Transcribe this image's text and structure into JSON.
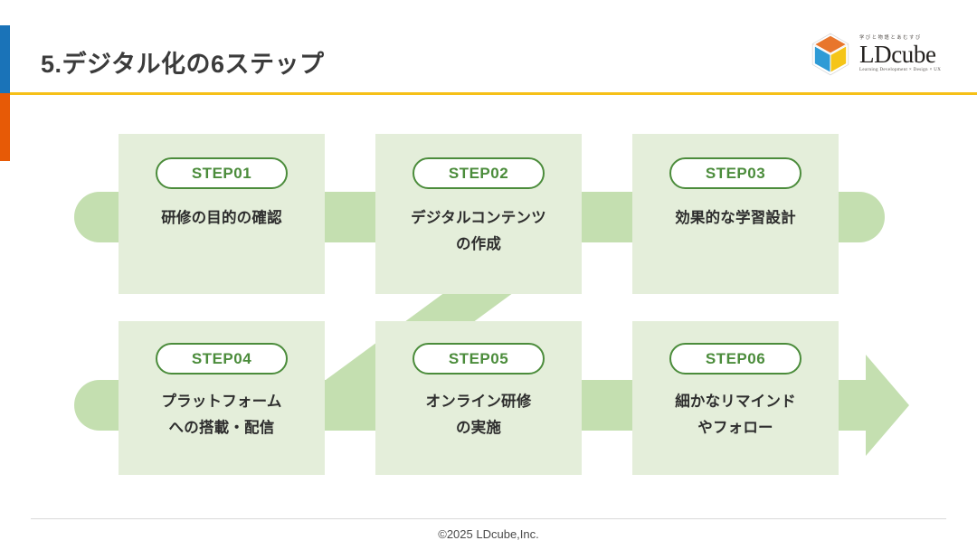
{
  "slide": {
    "title": "5.デジタル化の6ステップ",
    "accent_blue": "#1A73B8",
    "accent_orange": "#E75A06",
    "rule_color": "#F6C017",
    "card_color": "#E4EEDA",
    "band_color": "#C4DFB0",
    "pill_border_color": "#4B8C3B",
    "pill_text_color": "#4B8C3B",
    "body_text_color": "#2D2D2D"
  },
  "logo": {
    "tagline": "学びと物語とあむすび",
    "wordmark": "LDcube",
    "subtitle": "Learning Development × Design × UX",
    "cube_colors": {
      "orange": "#E8762C",
      "blue": "#2E9BD6",
      "yellow": "#F5C518",
      "grey": "#E8E8E8"
    }
  },
  "steps": [
    {
      "id": "step-01",
      "label": "STEP01",
      "lines": [
        "研修の目的の確認"
      ]
    },
    {
      "id": "step-02",
      "label": "STEP02",
      "lines": [
        "デジタルコンテンツ",
        "の作成"
      ]
    },
    {
      "id": "step-03",
      "label": "STEP03",
      "lines": [
        "効果的な学習設計"
      ]
    },
    {
      "id": "step-04",
      "label": "STEP04",
      "lines": [
        "プラットフォーム",
        "への搭載・配信"
      ]
    },
    {
      "id": "step-05",
      "label": "STEP05",
      "lines": [
        "オンライン研修",
        "の実施"
      ]
    },
    {
      "id": "step-06",
      "label": "STEP06",
      "lines": [
        "細かなリマインド",
        "やフォロー"
      ]
    }
  ],
  "step_text": {
    "s1_l1": "研修の目的の確認",
    "s2_l1": "デジタルコンテンツ",
    "s2_l2": "の作成",
    "s3_l1": "効果的な学習設計",
    "s4_l1": "プラットフォーム",
    "s4_l2": "への搭載・配信",
    "s5_l1": "オンライン研修",
    "s5_l2": "の実施",
    "s6_l1": "細かなリマインド",
    "s6_l2": "やフォロー"
  },
  "step_labels": {
    "s1": "STEP01",
    "s2": "STEP02",
    "s3": "STEP03",
    "s4": "STEP04",
    "s5": "STEP05",
    "s6": "STEP06"
  },
  "footer": {
    "copyright": "©2025 LDcube,Inc."
  }
}
